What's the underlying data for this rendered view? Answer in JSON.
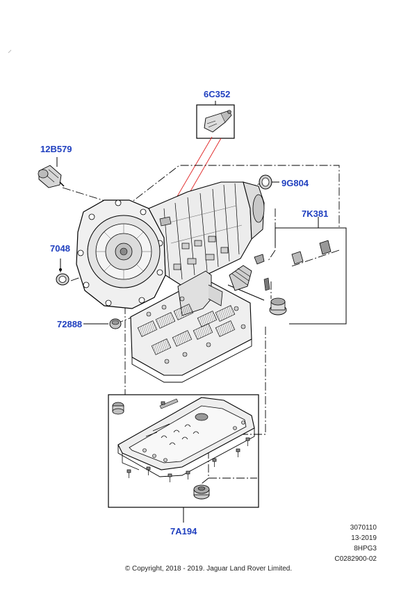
{
  "callouts": {
    "sensor": "6C352",
    "speed_sensor": "12B579",
    "seal": "9G804",
    "plug_kit": "7K381",
    "front_seal": "7048",
    "plug": "72888",
    "pan_kit": "7A194"
  },
  "reference": {
    "line1": "3070110",
    "line2": "13-2019",
    "line3": "8HPG3",
    "line4": "C0282900-02"
  },
  "copyright": "© Copyright, 2018 - 2019. Jaguar Land Rover Limited."
}
